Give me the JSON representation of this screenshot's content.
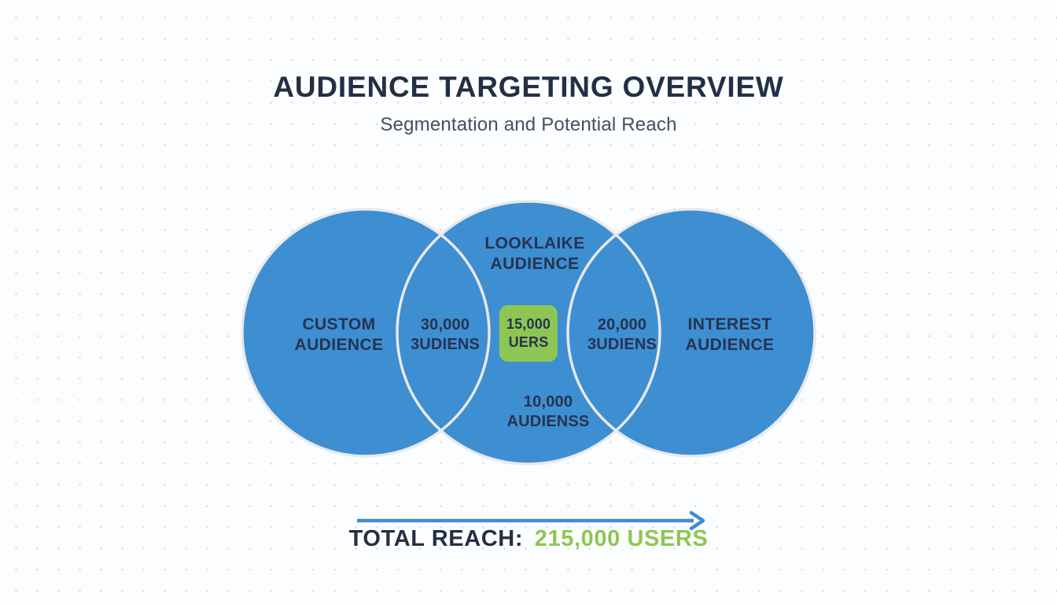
{
  "page": {
    "title": "AUDIENCE TARGETING OVERVIEW",
    "subtitle": "Segmentation and Potential Reach"
  },
  "diagram": {
    "circles": {
      "custom": {
        "line1": "CUSTOM",
        "line2": "AUDIENCE"
      },
      "lookalike": {
        "line1": "LOOKLAIKE",
        "line2": "AUDIENCE"
      },
      "interest": {
        "line1": "INTEREST",
        "line2": "AUDIENCE"
      }
    },
    "overlaps": {
      "custom_lookalike": {
        "line1": "30,000",
        "line2": "3UDIENS"
      },
      "center": {
        "line1": "15,000",
        "line2": "UERS"
      },
      "lookalike_interest": {
        "line1": "20,000",
        "line2": "3UDIENS"
      },
      "bottom": {
        "line1": "10,000",
        "line2": "AUDIENSS"
      }
    },
    "colors": {
      "circle_fill": "#3e8ed2",
      "circle_stroke": "#e7e9eb",
      "center_box": "#8dc653",
      "arrow": "#3e8ed2",
      "label_text": "#273350"
    }
  },
  "footer": {
    "label": "TOTAL REACH:",
    "value": "215,000 USERS"
  }
}
